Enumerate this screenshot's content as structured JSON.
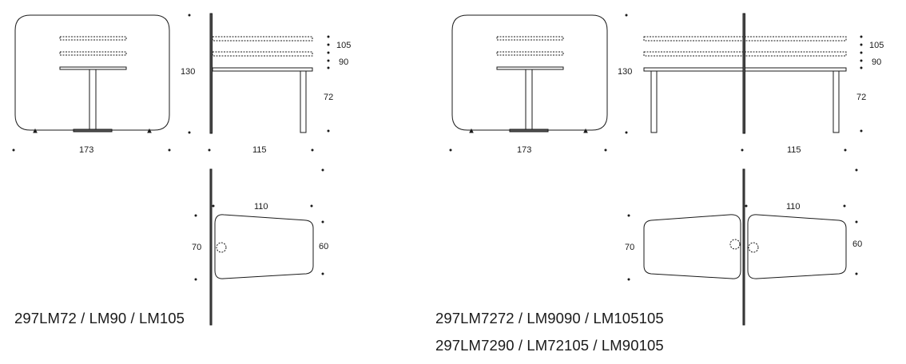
{
  "single": {
    "front_width": "173",
    "side_height": "130",
    "side_depth": "115",
    "screen_high": "105",
    "screen_low": "90",
    "table_height": "72",
    "top_length": "110",
    "top_depth_screen": "70",
    "top_depth_far": "60",
    "codes": "297LM72 / LM90 / LM105"
  },
  "double": {
    "front_width": "173",
    "side_height": "130",
    "side_depth": "115",
    "screen_high": "105",
    "screen_low": "90",
    "table_height": "72",
    "top_length": "110",
    "top_depth_screen": "70",
    "top_depth_far": "60",
    "codes_line1": "297LM7272 / LM9090 / LM105105",
    "codes_line2": "297LM7290 / LM72105 / LM90105"
  }
}
